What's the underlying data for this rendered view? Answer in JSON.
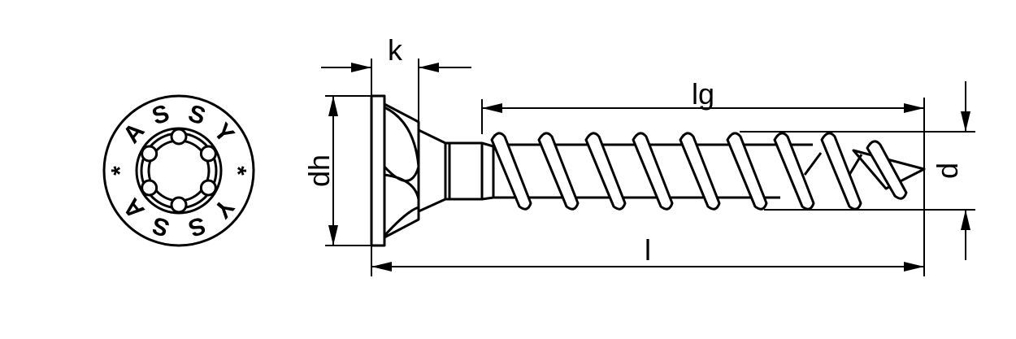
{
  "title": "Countersunk screw technical drawing",
  "head_marking": [
    "A",
    "S",
    "S",
    "Y",
    "*",
    "Y",
    "S",
    "S",
    "A",
    "*"
  ],
  "dimensions": {
    "k": "k",
    "lg": "lg",
    "dh": "dh",
    "l": "l",
    "d": "d"
  },
  "colors": {
    "line": "#000000",
    "background": "#ffffff"
  }
}
